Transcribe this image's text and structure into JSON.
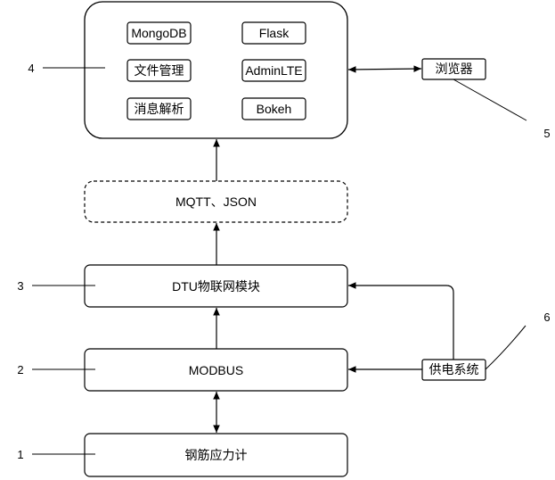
{
  "server_box": {
    "components": {
      "mongodb": "MongoDB",
      "flask": "Flask",
      "file_mgmt": "文件管理",
      "adminlte": "AdminLTE",
      "msg_parse": "消息解析",
      "bokeh": "Bokeh"
    }
  },
  "protocol_box": {
    "label": "MQTT、JSON"
  },
  "dtu_box": {
    "label": "DTU物联网模块"
  },
  "modbus_box": {
    "label": "MODBUS"
  },
  "sensor_box": {
    "label": "钢筋应力计"
  },
  "browser": {
    "label": "浏览器"
  },
  "power": {
    "label": "供电系统"
  },
  "callouts": {
    "n1": "1",
    "n2": "2",
    "n3": "3",
    "n4": "4",
    "n5": "5",
    "n6": "6"
  }
}
